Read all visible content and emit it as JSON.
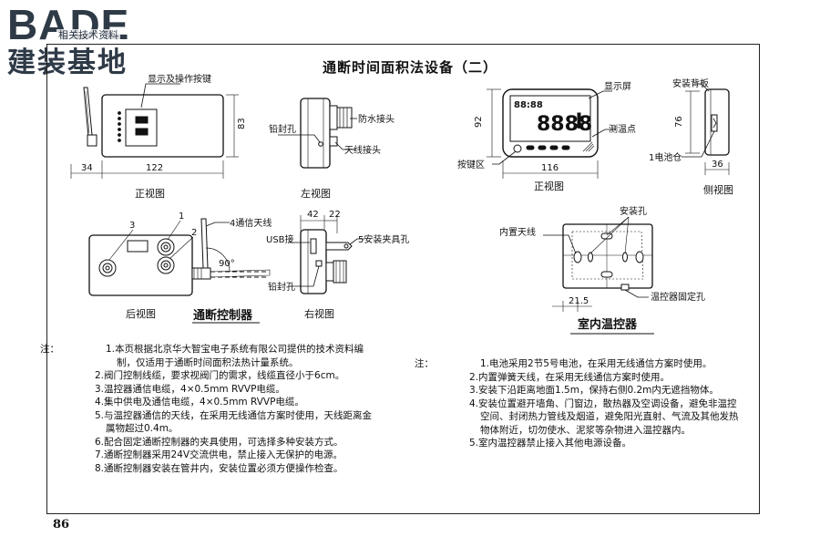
{
  "logo": {
    "en": "BADE",
    "subtitle": "相关技术资料",
    "cn": "建装基地"
  },
  "page_title": "通断时间面积法设备（二）",
  "page_number": "86",
  "controller": {
    "title": "通断控制器",
    "front": {
      "caption": "正视图",
      "callout_display": "显示及操作按键",
      "dim_left": "34",
      "dim_width": "122",
      "dim_height": "83"
    },
    "left": {
      "caption": "左视图",
      "callout_waterproof": "防水接头",
      "callout_seal": "铅封孔",
      "callout_antenna": "天线接头"
    },
    "back": {
      "caption": "后视图",
      "n1": "1",
      "n2": "2",
      "n3": "3",
      "callout_antenna": "4通信天线",
      "angle": "90°"
    },
    "right": {
      "caption": "右视图",
      "dim_a": "42",
      "dim_b": "22",
      "callout_usb": "USB接",
      "callout_clamp": "5安装夹具孔",
      "callout_seal": "铅封孔"
    }
  },
  "thermostat": {
    "title": "室内温控器",
    "front": {
      "caption": "正视图",
      "screen_digits": "88:88",
      "big_digits": "8888",
      "callout_screen": "显示屏",
      "callout_sensor": "测温点",
      "callout_keys": "按键区",
      "dim_height": "92",
      "dim_width": "116"
    },
    "side": {
      "caption": "侧视图",
      "callout_back": "安装背板",
      "callout_battery": "1电池仓",
      "dim_height": "76",
      "dim_depth": "36"
    },
    "back": {
      "callout_holes": "安装孔",
      "callout_antenna": "内置天线",
      "callout_fix": "温控器固定孔",
      "dim": "21.5"
    }
  },
  "notes_left": {
    "lead": "注：",
    "items": [
      "1.本页根据北京华大智宝电子系统有限公司提供的技术资料编制，仅适用于通断时间面积法热计量系统。",
      "2.阀门控制线缆，要求视阀门的需求，线缆直径小于6cm。",
      "3.温控器通信电缆，4×0.5mm RVVP电缆。",
      "4.集中供电及通信电缆，4×0.5mm RVVP电缆。",
      "5.与温控器通信的天线，在采用无线通信方案时使用，天线距离金属物超过0.4m。",
      "6.配合固定通断控制器的夹具使用，可选择多种安装方式。",
      "7.通断控制器采用24V交流供电，禁止接入无保护的电源。",
      "8.通断控制器安装在管井内，安装位置必须方便操作检查。"
    ]
  },
  "notes_right": {
    "lead": "注：",
    "items": [
      "1.电池采用2节5号电池，在采用无线通信方案时使用。",
      "2.内置弹簧天线，在采用无线通信方案时使用。",
      "3.安装下沿距离地面1.5m，保持右侧0.2m内无遮挡物体。",
      "4.安装位置避开墙角、门窗边，散热器及空调设备，避免非温控空间、封闭热力管线及烟道，避免阳光直射、气流及其他发热物体附近，切勿使水、泥浆等杂物进入温控器内。",
      "5.室内温控器禁止接入其他电源设备。"
    ]
  }
}
